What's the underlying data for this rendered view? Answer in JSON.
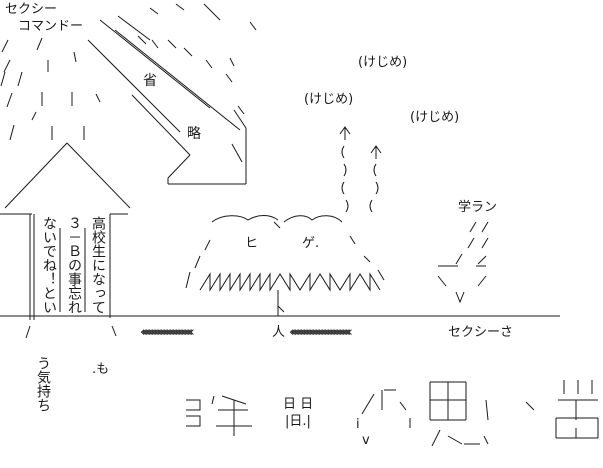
{
  "title": {
    "line1": "セクシー",
    "line2": "コマンドー"
  },
  "diagonal_text": {
    "word1": "省",
    "word2": "略"
  },
  "annotations": {
    "kejime1": "(けじめ)",
    "kejime2": "(けじめ)",
    "kejime3": "(けじめ)",
    "gakuran": "学ラン"
  },
  "bush_text": {
    "hi": "ヒ",
    "ge": "ゲ."
  },
  "sign": {
    "col_right": "高校生になって",
    "col_mid": "３－Ｂの事忘れ",
    "col_left": "ないでね！とい"
  },
  "below_sign": {
    "col_left": "う気持ち",
    "col_right": ".も"
  },
  "ground": {
    "marks_left": "‹‹‹‹‹‹‹‹‹‹‹‹‹‹‹‹‹‹‹‹‹‹‹‹‹‹‹‹‹‹‹‹‹‹",
    "hito": "人",
    "marks_right": "‹‹‹‹‹‹‹‹‹‹‹‹‹‹‹‹‹‹‹‹‹‹‹‹‹‹‹‹‹‹‹‹‹‹‹‹‹‹‹‹",
    "sexysa": "セクシーさ"
  },
  "bottom_big_text": {
    "hi_hi": "日 日",
    "hi_small": "|日.|",
    "mark_i": "i",
    "mark_v": "v"
  }
}
